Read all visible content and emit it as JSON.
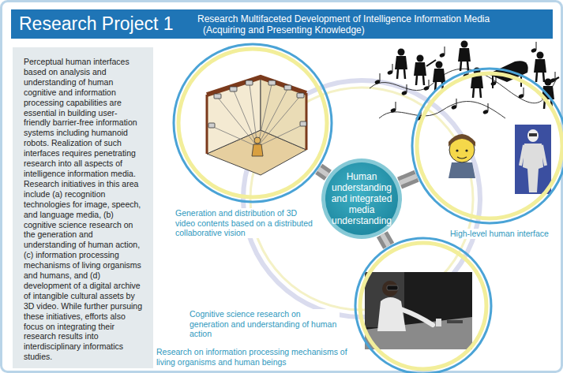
{
  "diagram": {
    "nodes": [
      {
        "text": [
          "Research Project 1",
          "Research Multifaceted Development of Intelligence Information Media",
          "(Acquiring and Presenting Knowledge)"
        ]
      },
      {
        "text": [
          "Perceptual human interfaces based on analysis and understanding of human cognitive and information processing capabilities are essential in building user-friendly barrier-free information systems including humanoid robots. Realization of such interfaces requires penetrating research into all aspects of intelligence information media. Research initiatives in this area include (a) recognition technologies for image, speech, and language media, (b) cognitive science research on the generation and understanding of human action, (c) information processing mechanisms of living organisms and humans, and (d) development of a digital archive of intangible cultural assets by 3D video. While further pursuing these initiatives, efforts also focus on integrating their research results into interdisciplinary informatics studies."
        ]
      },
      {
        "text": [
          "Human understanding and integrated media understanding"
        ]
      },
      {
        "text": [
          "Generation and distribution of 3D video contents based on a distributed collaborative vision"
        ]
      },
      {
        "text": [
          "High-level human interface"
        ]
      },
      {
        "text": [
          "Cognitive science research on generation and understanding of human action",
          "Research on information processing mechanisms of living organisms and human beings"
        ]
      }
    ],
    "edges": [
      {
        "from": 2,
        "to": 3,
        "arrow": "none"
      },
      {
        "from": 2,
        "to": 4,
        "arrow": "none"
      },
      {
        "from": 2,
        "to": 5,
        "arrow": "none"
      }
    ]
  }
}
